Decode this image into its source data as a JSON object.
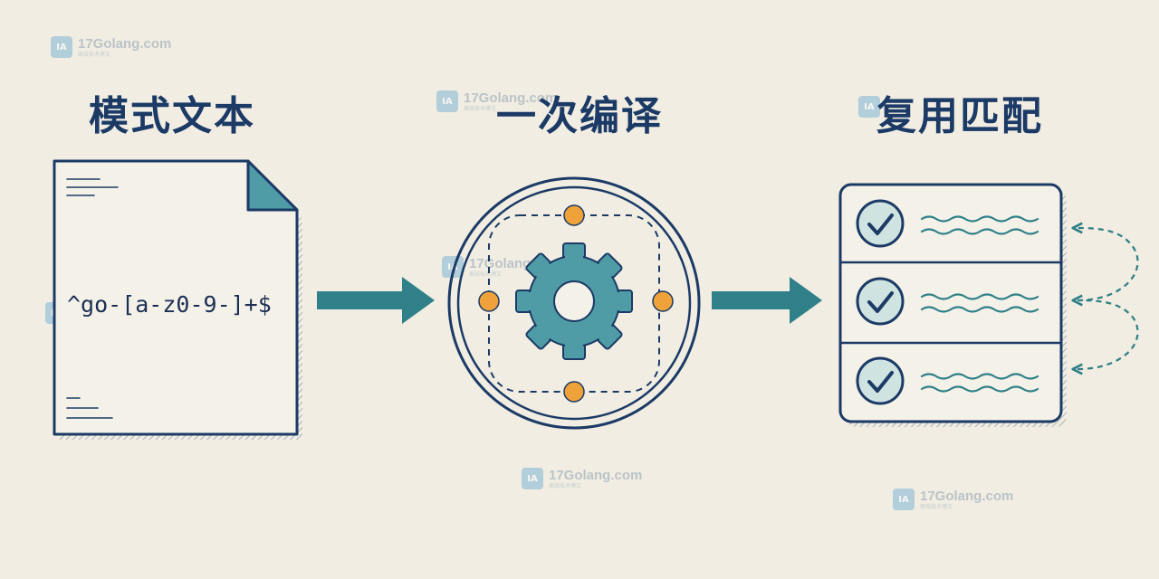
{
  "titles": {
    "pattern_text": "模式文本",
    "compile_once": "一次编译",
    "reuse_match": "复用匹配"
  },
  "regex": "^go-[a-z0-9-]+$",
  "watermark": {
    "logo": "IA",
    "name": "17Golang.com",
    "sub": "高效技术博文"
  },
  "colors": {
    "navy": "#1b3a66",
    "teal": "#3a8f94",
    "orange": "#f0a23a",
    "paper": "#f1ede2"
  }
}
